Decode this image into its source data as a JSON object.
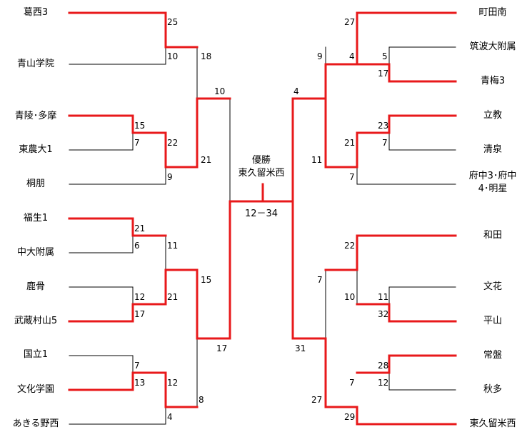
{
  "tournament": {
    "champion_heading": "優勝",
    "champion_team": "東久留米西",
    "final_score": "12－34"
  },
  "left_teams": [
    "葛西3",
    "青山学院",
    "青陵･多摩",
    "東農大1",
    "桐朋",
    "福生1",
    "中大附属",
    "鹿骨",
    "武蔵村山5",
    "国立1",
    "文化学園",
    "あきる野西"
  ],
  "right_teams": [
    "町田南",
    "筑波大附属",
    "青梅3",
    "立教",
    "清泉",
    "府中3･府中",
    "4･明星",
    "和田",
    "文花",
    "平山",
    "常盤",
    "秋多",
    "東久留米西"
  ],
  "scores": [
    "25",
    "10",
    "18",
    "15",
    "7",
    "22",
    "21",
    "9",
    "10",
    "21",
    "6",
    "11",
    "12",
    "17",
    "21",
    "15",
    "7",
    "13",
    "12",
    "8",
    "4",
    "17",
    "27",
    "9",
    "4",
    "5",
    "17",
    "23",
    "7",
    "21",
    "11",
    "7",
    "4",
    "22",
    "7",
    "10",
    "11",
    "32",
    "28",
    "7",
    "12",
    "27",
    "29",
    "31"
  ],
  "line_colors": {
    "winner": "#e8191b",
    "loser": "#000000"
  }
}
